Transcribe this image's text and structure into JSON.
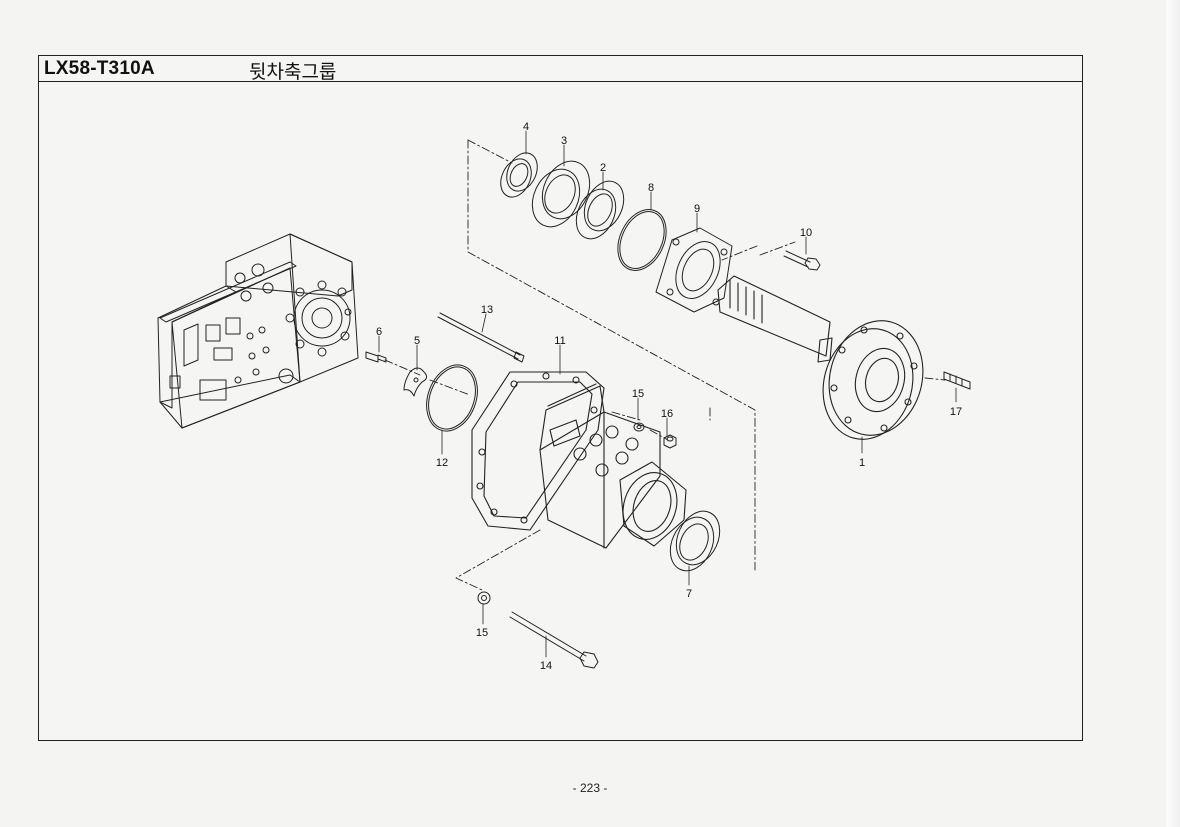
{
  "document": {
    "code": "LX58-T310A",
    "title": "뒷차축그룹",
    "page_number": "- 223 -"
  },
  "callouts": [
    "4",
    "3",
    "2",
    "8",
    "9",
    "10",
    "13",
    "11",
    "6",
    "5",
    "15",
    "16",
    "17",
    "1",
    "12",
    "7",
    "15",
    "14"
  ]
}
